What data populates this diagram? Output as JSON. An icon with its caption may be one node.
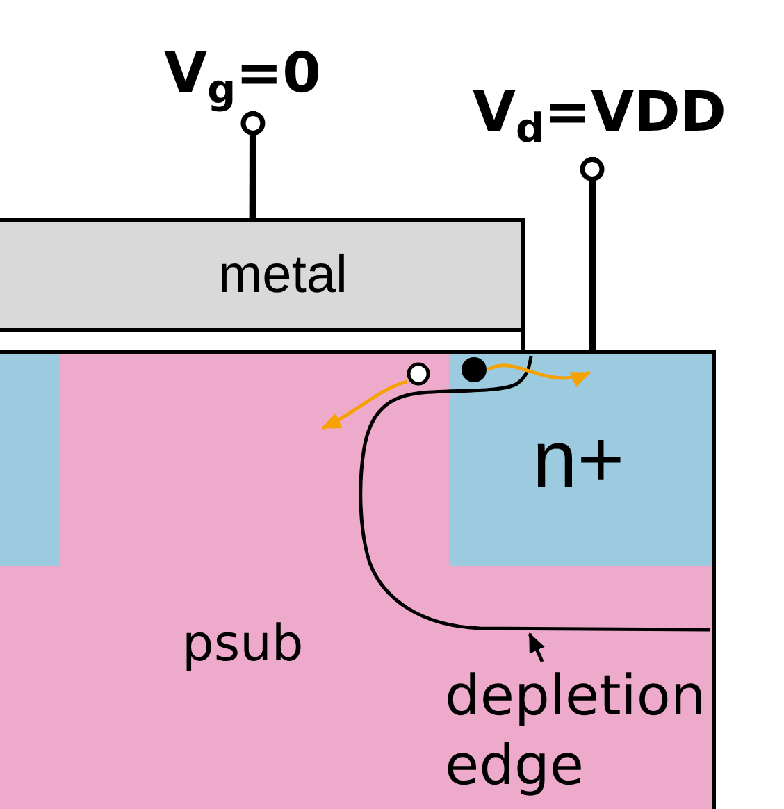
{
  "diagram": {
    "nodes": [
      {
        "text": [
          "V$_{g}$=0"
        ]
      },
      {
        "text": [
          "V$_{d}$=VDD"
        ]
      },
      {
        "text": [
          "metal"
        ]
      },
      {
        "text": [],
        "shape": "box"
      },
      {
        "text": [
          "psub"
        ]
      },
      {
        "text": [],
        "shape": "box",
        "in": 4
      },
      {
        "text": [
          "n+"
        ],
        "in": 4
      },
      {
        "text": [],
        "shape": "circle",
        "in": 4
      },
      {
        "text": [],
        "shape": "circle",
        "in": 6
      },
      {
        "text": [
          "depletion edge"
        ],
        "in": 4
      }
    ],
    "edges": [
      {
        "from": 0,
        "to": 2,
        "arrow": "other",
        "style": "thick"
      },
      {
        "from": 1,
        "to": 6,
        "arrow": "other",
        "style": "thick"
      },
      {
        "from": 7,
        "to": null,
        "arrow": "to",
        "color": "#f5a100"
      },
      {
        "from": 8,
        "to": null,
        "arrow": "to",
        "color": "#f5a100"
      },
      {
        "from": 9,
        "to": null,
        "arrow": "to"
      }
    ]
  }
}
